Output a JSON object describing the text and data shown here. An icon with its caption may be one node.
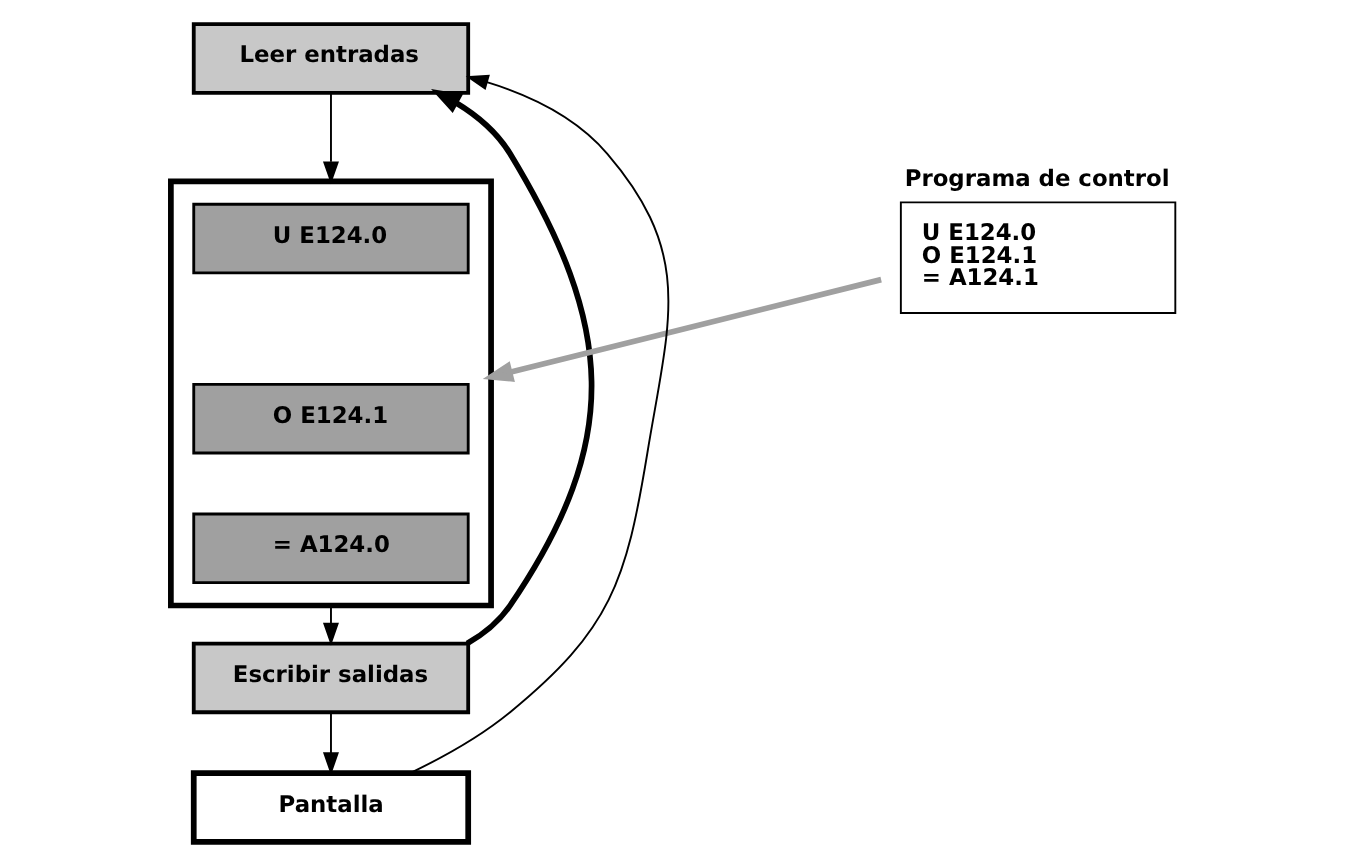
{
  "diagram": {
    "nodes": [
      {
        "text": [
          "Leer entradas"
        ]
      },
      {
        "text": [],
        "shape": "box"
      },
      {
        "text": [
          "U E124.0"
        ],
        "in": 1
      },
      {
        "text": [
          "O E124.1"
        ],
        "in": 1
      },
      {
        "text": [
          "= A124.0"
        ],
        "in": 1
      },
      {
        "text": [
          "Escribir salidas"
        ]
      },
      {
        "text": [
          "Programa de control",
          "U E124.0",
          "O E124.1",
          "= A124.1"
        ]
      },
      {
        "text": [
          "Pantalla"
        ]
      }
    ],
    "edges": [
      {
        "from": 0,
        "to": 1,
        "arrow": "to"
      },
      {
        "from": 1,
        "to": 5,
        "arrow": "to"
      },
      {
        "from": 5,
        "to": 0,
        "arrow": "to",
        "style": "thick"
      },
      {
        "from": 6,
        "to": 1,
        "arrow": "to",
        "style": "thick",
        "color": "#a0a0a0"
      },
      {
        "from": 5,
        "to": 7,
        "arrow": "to"
      },
      {
        "from": 7,
        "to": 0,
        "arrow": "to"
      }
    ]
  }
}
